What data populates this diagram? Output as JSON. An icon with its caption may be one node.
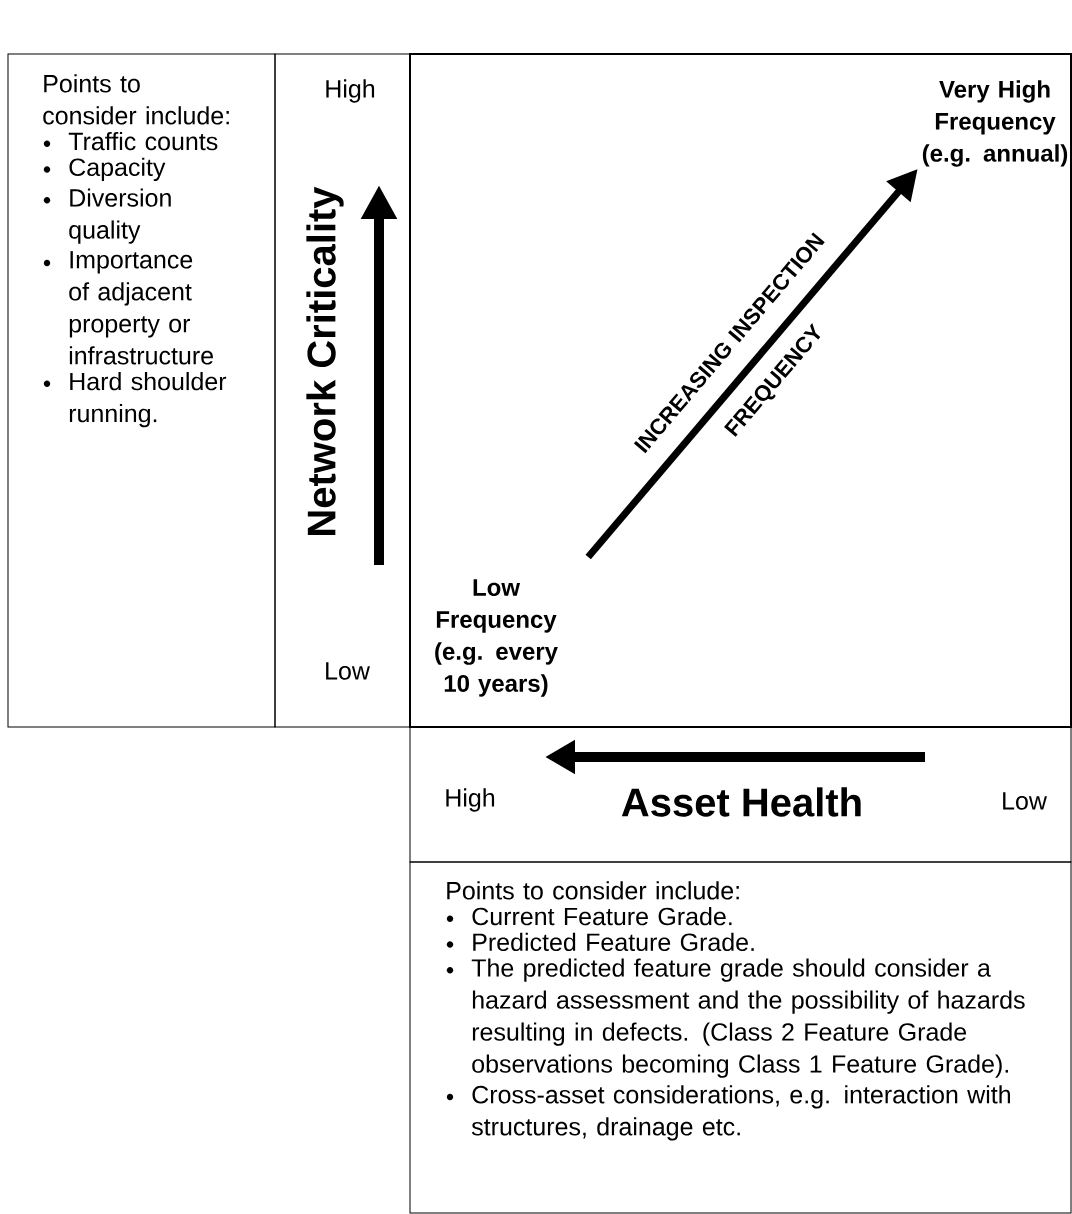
{
  "diagram": {
    "nodes": [
      {
        "text": [
          "Points to consider include:",
          "Traffic counts",
          "Capacity",
          "Diversion quality",
          "Importance of adjacent property or infrastructure",
          "Hard shoulder running."
        ]
      },
      {
        "text": [
          "High",
          "Network Criticality",
          "Low"
        ]
      },
      {
        "text": [],
        "shape": "box"
      },
      {
        "text": [
          "Very High Frequency (e.g. annual)"
        ],
        "in": 2
      },
      {
        "text": [
          "Low Frequency (e.g. every 10 years)"
        ],
        "in": 2
      },
      {
        "text": [
          "High",
          "Asset Health",
          "Low"
        ]
      },
      {
        "text": [
          "Points to consider include:",
          "Current Feature Grade.",
          "Predicted Feature Grade.",
          "The predicted feature grade should consider a hazard assessment and the possibility of hazards resulting in defects. (Class 2 Feature Grade observations becoming Class 1 Feature Grade).",
          "Cross-asset considerations, e.g. interaction with structures, drainage etc."
        ]
      }
    ],
    "edges": [
      {
        "from": 4,
        "to": 3,
        "arrow": "to",
        "label": "INCREASING INSPECTION FREQUENCY"
      }
    ]
  }
}
